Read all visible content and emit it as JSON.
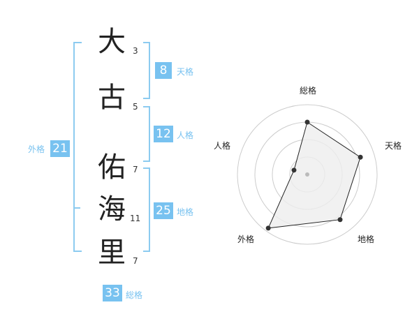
{
  "name": {
    "characters": [
      {
        "char": "大",
        "strokes": "3"
      },
      {
        "char": "古",
        "strokes": "5"
      },
      {
        "char": "佑",
        "strokes": "7"
      },
      {
        "char": "海",
        "strokes": "11"
      },
      {
        "char": "里",
        "strokes": "7"
      }
    ]
  },
  "kakusu": {
    "tenkaku": {
      "value": "8",
      "label": "天格"
    },
    "jinkaku": {
      "value": "12",
      "label": "人格"
    },
    "chikaku": {
      "value": "25",
      "label": "地格"
    },
    "gaikaku": {
      "value": "21",
      "label": "外格"
    },
    "soukaku": {
      "value": "33",
      "label": "総格"
    }
  },
  "radar": {
    "labels": {
      "top": "総格",
      "right": "天格",
      "bottom_right": "地格",
      "bottom_left": "外格",
      "left": "人格"
    },
    "scores": {
      "soukaku": 0.75,
      "tenkaku": 0.8,
      "chikaku": 0.8,
      "gaikaku": 0.95,
      "jinkaku": 0.2
    },
    "rings": 4,
    "colors": {
      "fill": "#eeeeee",
      "stroke": "#222222",
      "ring": "#cccccc",
      "point": "#333333",
      "center": "#bbbbbb"
    }
  },
  "colors": {
    "accent": "#78c2f0",
    "bracket": "#8ccbf0"
  }
}
